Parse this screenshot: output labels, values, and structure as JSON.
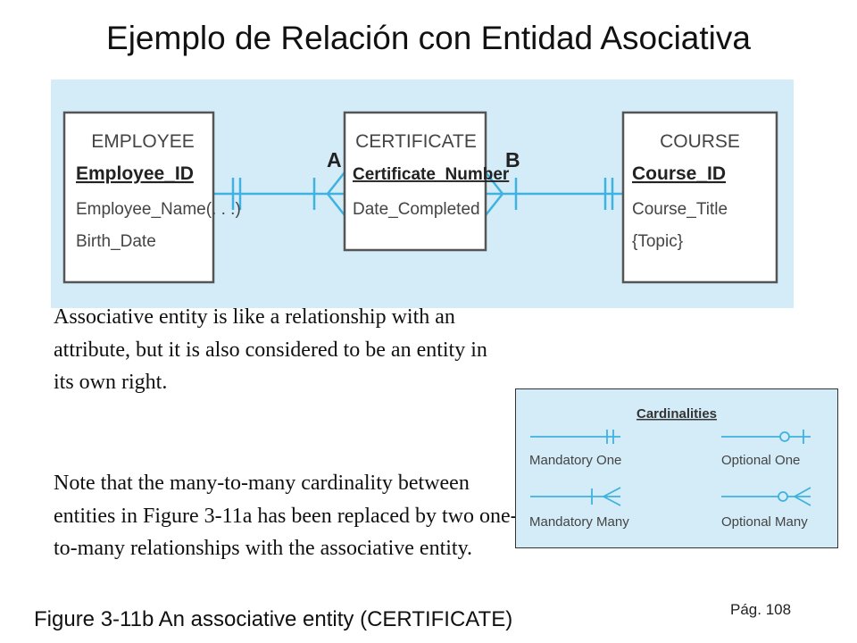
{
  "slide": {
    "title": "Ejemplo de Relación con Entidad Asociativa",
    "paragraph1": "Associative entity is like a relationship with an attribute, but it is also considered to be an entity in its own right.",
    "paragraph2": "Note that the many-to-many cardinality between entities in Figure 3-11a has been replaced by two one-to-many relationships with the associative entity.",
    "caption": "Figure 3-11b An associative entity (CERTIFICATE)",
    "page": "Pág. 108"
  },
  "diagram": {
    "entities": [
      {
        "name": "EMPLOYEE",
        "key": "Employee_ID",
        "attributes": [
          "Employee_Name(. . .)",
          "Birth_Date"
        ]
      },
      {
        "name": "CERTIFICATE",
        "key": "Certificate_Number",
        "attributes": [
          "Date_Completed"
        ]
      },
      {
        "name": "COURSE",
        "key": "Course_ID",
        "attributes": [
          "Course_Title",
          "{Topic}"
        ]
      }
    ],
    "relationship_labels": [
      "A",
      "B"
    ]
  },
  "legend": {
    "title": "Cardinalities",
    "items": [
      "Mandatory One",
      "Optional One",
      "Mandatory Many",
      "Optional Many"
    ]
  },
  "colors": {
    "panel": "#d3ecf7",
    "line": "#3fb2e0",
    "box_border": "#555555"
  }
}
